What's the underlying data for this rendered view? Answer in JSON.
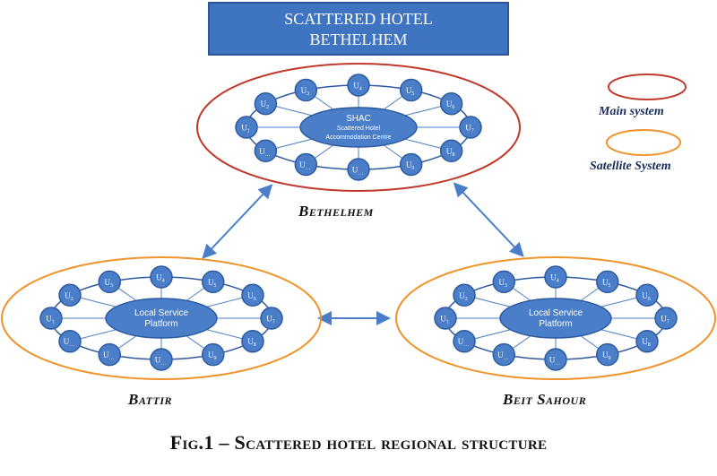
{
  "title": {
    "line1": "SCATTERED HOTEL",
    "line2": "BETHELHEM"
  },
  "legend": {
    "main_system": "Main system",
    "satellite_system": "Satellite System"
  },
  "colors": {
    "main": "#c0392b",
    "satellite": "#f0932b",
    "node": "#4a7ec8",
    "node_border": "#2e5aa0",
    "title_box": "#3f74c0",
    "arrow": "#4a7ec8"
  },
  "regions": [
    {
      "name": "Bethelhem",
      "kind": "main",
      "center_lines": [
        "SHAC",
        "Scattered Hotel",
        "Accommodation Centre"
      ],
      "nodes": [
        {
          "label": "U",
          "sub": "1"
        },
        {
          "label": "U",
          "sub": "2"
        },
        {
          "label": "U",
          "sub": "3"
        },
        {
          "label": "U",
          "sub": "4"
        },
        {
          "label": "U",
          "sub": "5"
        },
        {
          "label": "U",
          "sub": "6"
        },
        {
          "label": "U",
          "sub": "7"
        },
        {
          "label": "U",
          "sub": "8"
        },
        {
          "label": "U",
          "sub": "9"
        },
        {
          "label": "U",
          "sub": "…"
        },
        {
          "label": "U",
          "sub": "…"
        },
        {
          "label": "U",
          "sub": "…"
        }
      ]
    },
    {
      "name": "Battir",
      "kind": "satellite",
      "center_lines": [
        "Local Service",
        "Platform"
      ],
      "nodes": [
        {
          "label": "U",
          "sub": "1"
        },
        {
          "label": "U",
          "sub": "2"
        },
        {
          "label": "U",
          "sub": "3"
        },
        {
          "label": "U",
          "sub": "4"
        },
        {
          "label": "U",
          "sub": "5"
        },
        {
          "label": "U",
          "sub": "6"
        },
        {
          "label": "U",
          "sub": "7"
        },
        {
          "label": "U",
          "sub": "8"
        },
        {
          "label": "U",
          "sub": "9"
        },
        {
          "label": "U",
          "sub": "…"
        },
        {
          "label": "U",
          "sub": "…"
        },
        {
          "label": "U",
          "sub": "…"
        }
      ]
    },
    {
      "name": "Beit Sahour",
      "kind": "satellite",
      "center_lines": [
        "Local Service",
        "Platform"
      ],
      "nodes": [
        {
          "label": "U",
          "sub": "1"
        },
        {
          "label": "U",
          "sub": "2"
        },
        {
          "label": "U",
          "sub": "3"
        },
        {
          "label": "U",
          "sub": "4"
        },
        {
          "label": "U",
          "sub": "5"
        },
        {
          "label": "U",
          "sub": "6"
        },
        {
          "label": "U",
          "sub": "7"
        },
        {
          "label": "U",
          "sub": "8"
        },
        {
          "label": "U",
          "sub": "9"
        },
        {
          "label": "U",
          "sub": "…"
        },
        {
          "label": "U",
          "sub": "…"
        },
        {
          "label": "U",
          "sub": "…"
        }
      ]
    }
  ],
  "caption": "Fig.1 – Scattered hotel regional structure"
}
